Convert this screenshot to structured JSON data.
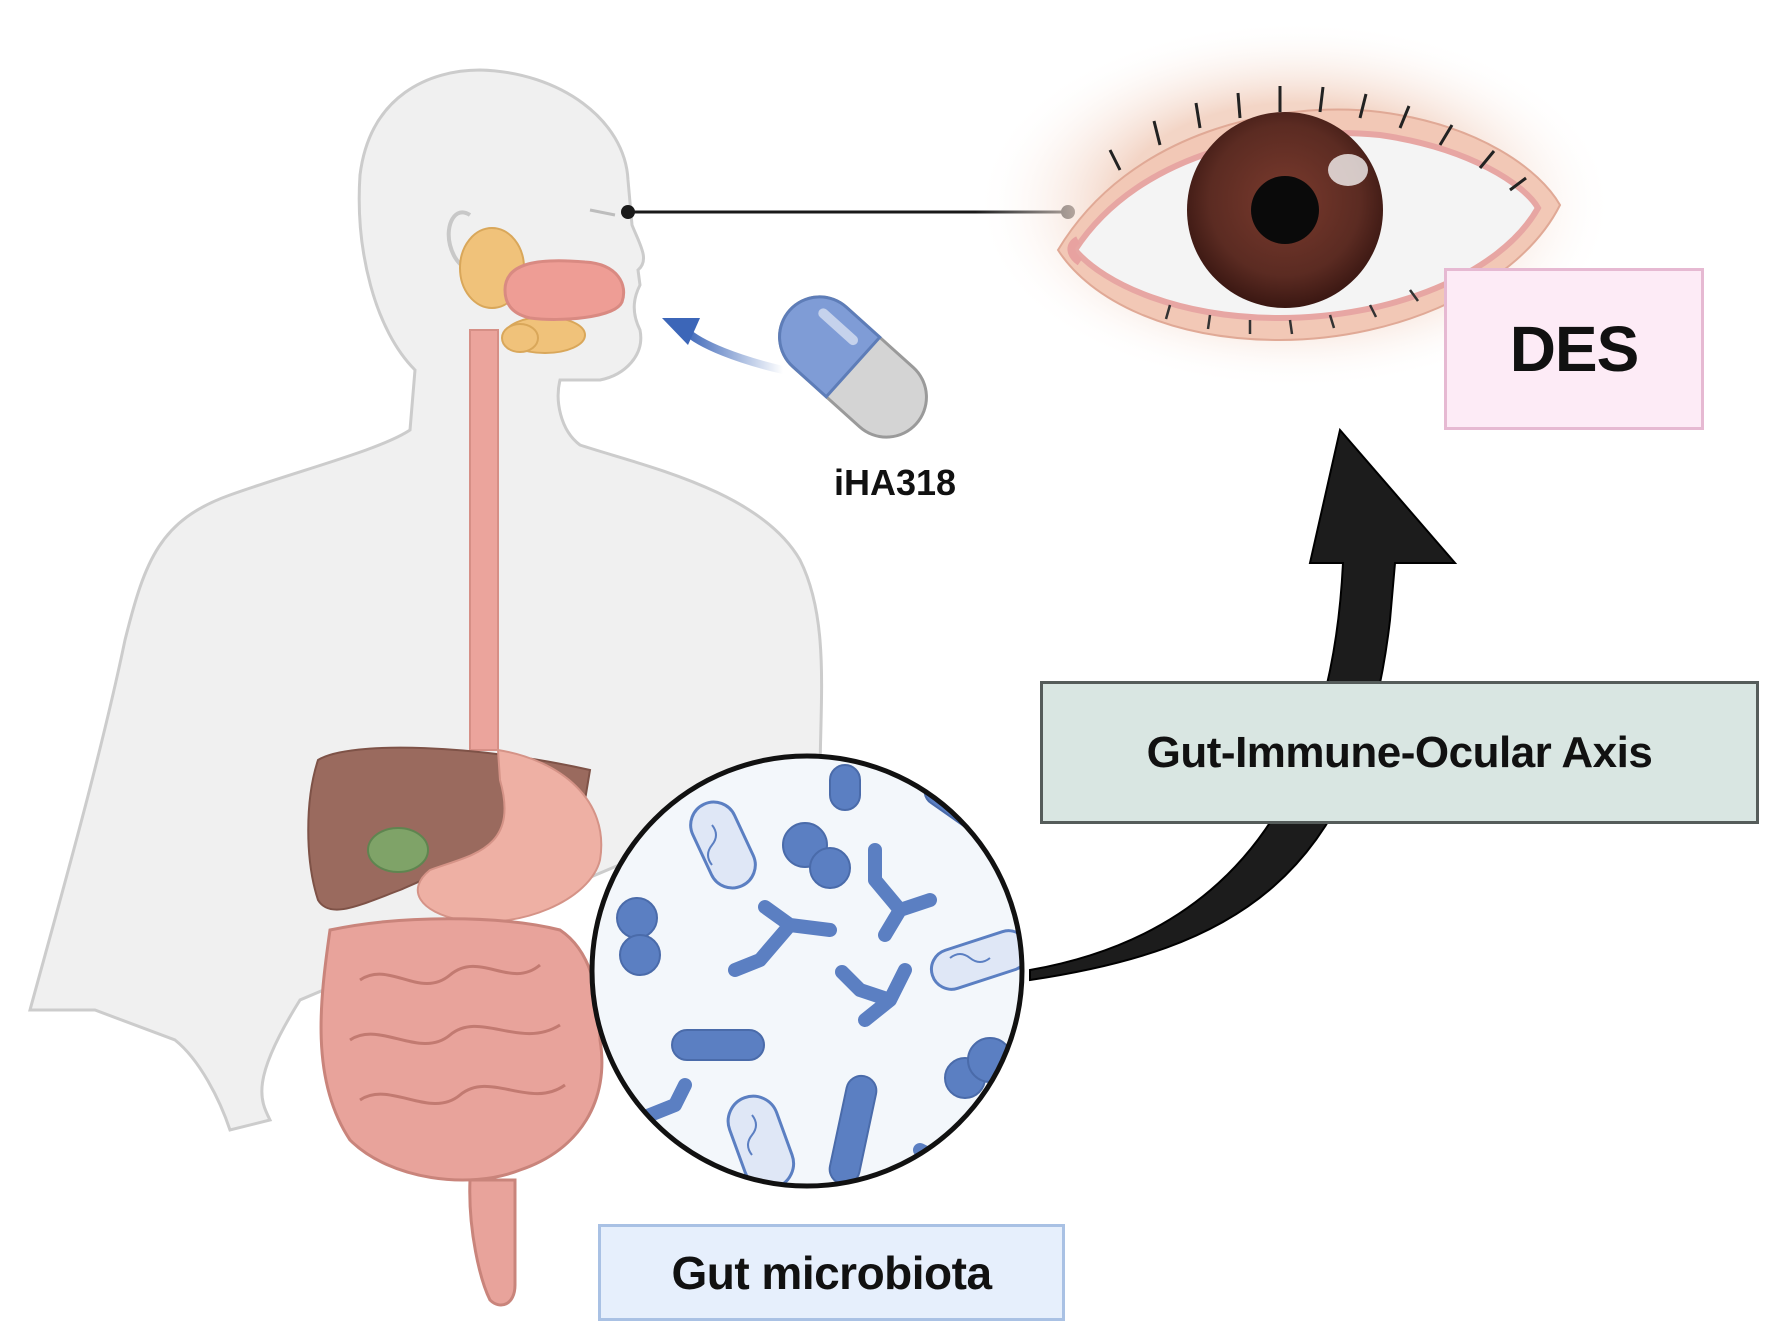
{
  "labels": {
    "outcome": "DES",
    "axis": "Gut-Immune-Ocular Axis",
    "microbiota": "Gut microbiota",
    "treatment": "iHA318"
  },
  "colors": {
    "body_fill": "#f0f0f0",
    "body_outline": "#cccccc",
    "digestive_pink": "#e8a39b",
    "liver_brown": "#9a6a5e",
    "gallbladder_green": "#7fa368",
    "salivary_gland": "#f0c27a",
    "microbe_blue": "#5b7fc2",
    "microbe_bg": "#f3f7fb",
    "iris_brown": "#5a2a22",
    "eye_skin": "#f1d3c3",
    "pill_blue": "#7f9cd6",
    "pill_grey": "#d4d4d4",
    "arrow_dark": "#1c1c1c",
    "arrow_blue": "#3c66b8",
    "des_box_fill": "#fdebf6",
    "axis_box_fill": "#d9e6e2",
    "gut_box_fill": "#e6effc"
  },
  "icons": [
    "human-body-icon",
    "eye-icon",
    "capsule-icon",
    "gut-microbiota-icon",
    "curved-arrow-icon",
    "connector-line-icon"
  ]
}
